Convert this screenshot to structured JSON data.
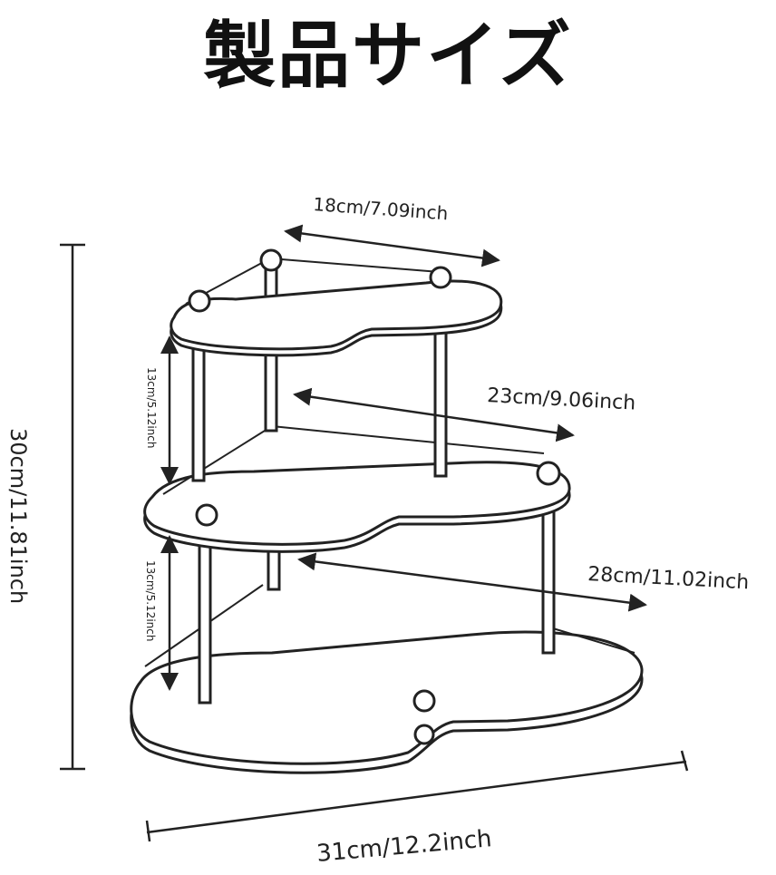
{
  "title": "製品サイズ",
  "dimensions": {
    "top_width": "18cm/7.09inch",
    "middle_width": "23cm/9.06inch",
    "bottom_width": "28cm/11.02inch",
    "total_width": "31cm/12.2inch",
    "total_height": "30cm/11.81inch",
    "upper_gap": "13cm/5.12inch",
    "lower_gap": "13cm/5.12inch"
  },
  "colors": {
    "line": "#222222",
    "background": "#ffffff"
  }
}
